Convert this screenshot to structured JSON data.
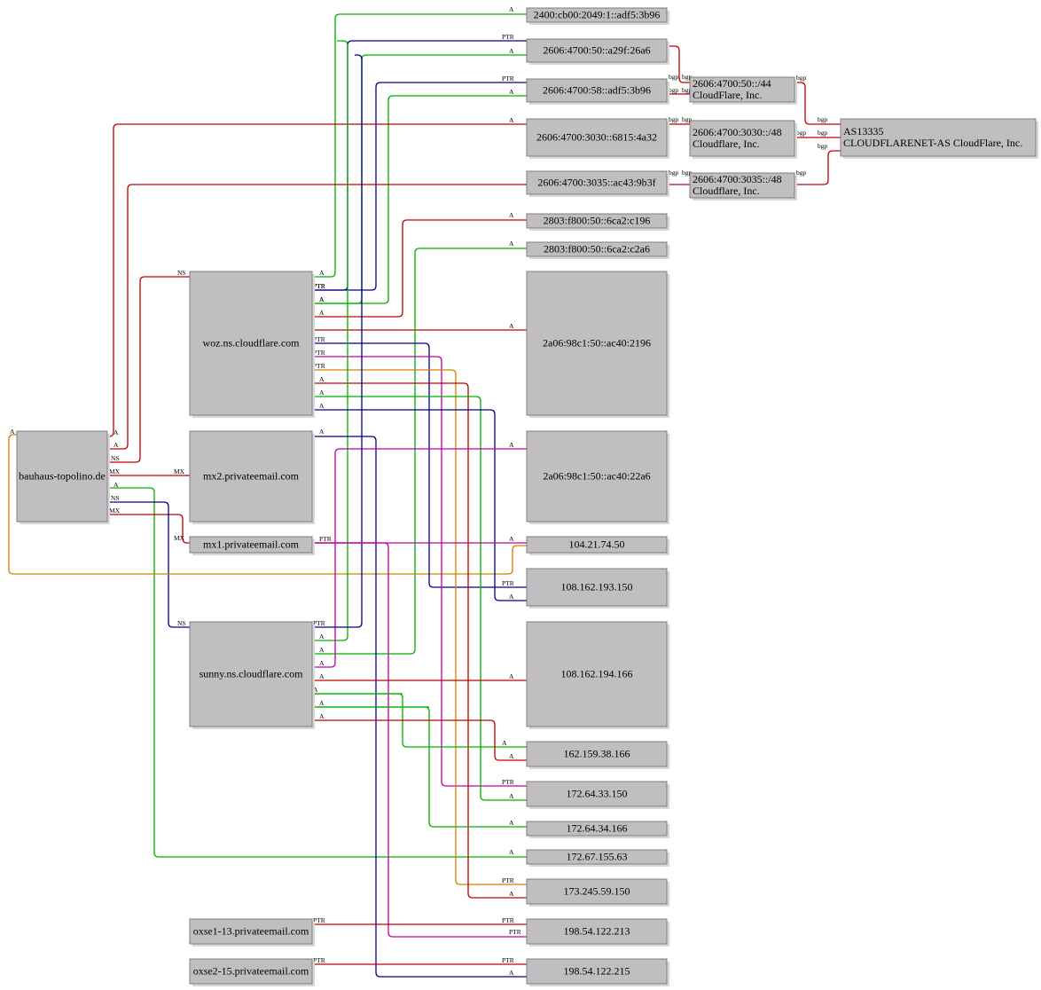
{
  "colors": {
    "red": "#c00000",
    "green": "#00b000",
    "blue": "#00008b",
    "magenta": "#c000a0",
    "orange": "#d08000",
    "box_fill": "#c0bec0"
  },
  "nodes": [
    {
      "id": "n-2400",
      "lines": [
        "2400:cb00:2049:1::adf5:3b96"
      ]
    },
    {
      "id": "n-2606-a29f",
      "lines": [
        "2606:4700:50::a29f:26a6"
      ]
    },
    {
      "id": "n-2606-58",
      "lines": [
        "2606:4700:58::adf5:3b96"
      ]
    },
    {
      "id": "n-2606-3030h",
      "lines": [
        "2606:4700:3030::6815:4a32"
      ]
    },
    {
      "id": "n-2606-3035h",
      "lines": [
        "2606:4700:3035::ac43:9b3f"
      ]
    },
    {
      "id": "n-2803-c196",
      "lines": [
        "2803:f800:50::6ca2:c196"
      ]
    },
    {
      "id": "n-2803-c2a6",
      "lines": [
        "2803:f800:50::6ca2:c2a6"
      ]
    },
    {
      "id": "n-pfx-50",
      "lines": [
        "2606:4700:50::/44",
        "CloudFlare, Inc."
      ]
    },
    {
      "id": "n-pfx-3030",
      "lines": [
        "2606:4700:3030::/48",
        "Cloudflare, Inc."
      ]
    },
    {
      "id": "n-pfx-3035",
      "lines": [
        "2606:4700:3035::/48",
        "Cloudflare, Inc."
      ]
    },
    {
      "id": "n-as",
      "lines": [
        "AS13335",
        "CLOUDFLARENET-AS CloudFlare, Inc."
      ]
    },
    {
      "id": "n-woz",
      "lines": [
        "woz.ns.cloudflare.com"
      ]
    },
    {
      "id": "n-2a06-2196",
      "lines": [
        "2a06:98c1:50::ac40:2196"
      ]
    },
    {
      "id": "n-bauhaus",
      "lines": [
        "bauhaus-topolino.de"
      ]
    },
    {
      "id": "n-mx2",
      "lines": [
        "mx2.privateemail.com"
      ]
    },
    {
      "id": "n-2a06-22a6",
      "lines": [
        "2a06:98c1:50::ac40:22a6"
      ]
    },
    {
      "id": "n-mx1",
      "lines": [
        "mx1.privateemail.com"
      ]
    },
    {
      "id": "n-104",
      "lines": [
        "104.21.74.50"
      ]
    },
    {
      "id": "n-108-150",
      "lines": [
        "108.162.193.150"
      ]
    },
    {
      "id": "n-sunny",
      "lines": [
        "sunny.ns.cloudflare.com"
      ]
    },
    {
      "id": "n-108-166",
      "lines": [
        "108.162.194.166"
      ]
    },
    {
      "id": "n-162",
      "lines": [
        "162.159.38.166"
      ]
    },
    {
      "id": "n-172-33",
      "lines": [
        "172.64.33.150"
      ]
    },
    {
      "id": "n-172-34",
      "lines": [
        "172.64.34.166"
      ]
    },
    {
      "id": "n-172-67",
      "lines": [
        "172.67.155.63"
      ]
    },
    {
      "id": "n-173",
      "lines": [
        "173.245.59.150"
      ]
    },
    {
      "id": "n-oxse1",
      "lines": [
        "oxse1-13.privateemail.com"
      ]
    },
    {
      "id": "n-198-213",
      "lines": [
        "198.54.122.213"
      ]
    },
    {
      "id": "n-oxse2",
      "lines": [
        "oxse2-15.privateemail.com"
      ]
    },
    {
      "id": "n-198-215",
      "lines": [
        "198.54.122.215"
      ]
    }
  ],
  "edges": [
    {
      "id": "e01",
      "color": "green",
      "labels": [
        "A",
        "A"
      ]
    },
    {
      "id": "e02",
      "color": "blue",
      "labels": [
        "PTR",
        "PTR"
      ]
    },
    {
      "id": "e03",
      "color": "green",
      "labels": [
        "A",
        "A"
      ]
    },
    {
      "id": "e04",
      "color": "blue",
      "labels": [
        "PTR",
        "PTR"
      ]
    },
    {
      "id": "e05",
      "color": "green",
      "labels": [
        "A",
        "A"
      ]
    },
    {
      "id": "e06",
      "color": "red",
      "labels": [
        "A",
        "A"
      ]
    },
    {
      "id": "e07",
      "color": "red",
      "labels": [
        "A"
      ]
    },
    {
      "id": "e08",
      "color": "green",
      "labels": [
        "A",
        "A"
      ]
    },
    {
      "id": "e09",
      "color": "red",
      "labels": [
        "A",
        "A"
      ]
    },
    {
      "id": "e10",
      "color": "red",
      "labels": [
        "A"
      ]
    },
    {
      "id": "e11",
      "color": "red",
      "labels": [
        "NS",
        "NS"
      ]
    },
    {
      "id": "e12",
      "color": "red",
      "labels": [
        "MX",
        "MX"
      ]
    },
    {
      "id": "e13",
      "color": "red",
      "labels": [
        "MX",
        "MX"
      ]
    },
    {
      "id": "e14",
      "color": "blue",
      "labels": [
        "NS",
        "NS"
      ]
    },
    {
      "id": "e15",
      "color": "green",
      "labels": [
        "A",
        "A"
      ]
    },
    {
      "id": "e16",
      "color": "orange",
      "labels": [
        "A",
        "A"
      ]
    },
    {
      "id": "e17",
      "color": "blue",
      "labels": [
        "PTR",
        "PTR"
      ]
    },
    {
      "id": "e18",
      "color": "magenta",
      "labels": [
        "PTR",
        "PTR"
      ]
    },
    {
      "id": "e19",
      "color": "orange",
      "labels": [
        "PTR",
        "PTR"
      ]
    },
    {
      "id": "e20",
      "color": "red",
      "labels": [
        "A",
        "A"
      ]
    },
    {
      "id": "e21",
      "color": "green",
      "labels": [
        "A",
        "A"
      ]
    },
    {
      "id": "e22",
      "color": "green",
      "labels": [
        "A",
        "A"
      ]
    },
    {
      "id": "e23",
      "color": "blue",
      "labels": [
        "A",
        "A"
      ]
    },
    {
      "id": "e24",
      "color": "blue",
      "labels": [
        "A",
        "A"
      ]
    },
    {
      "id": "e25",
      "color": "magenta",
      "labels": [
        "A",
        "A"
      ]
    },
    {
      "id": "e26",
      "color": "blue",
      "labels": [
        "PTR",
        "PTR"
      ]
    },
    {
      "id": "e27",
      "color": "magenta",
      "labels": [
        "PTR",
        "PTR"
      ]
    },
    {
      "id": "e28",
      "color": "green",
      "labels": [
        "A",
        "A"
      ]
    },
    {
      "id": "e29",
      "color": "green",
      "labels": [
        "A",
        "A"
      ]
    },
    {
      "id": "e30",
      "color": "magenta",
      "labels": [
        "A",
        "A"
      ]
    },
    {
      "id": "e31",
      "color": "red",
      "labels": [
        "A",
        "A"
      ]
    },
    {
      "id": "e32",
      "color": "green",
      "labels": [
        "PTR",
        "PTR"
      ]
    },
    {
      "id": "e33",
      "color": "green",
      "labels": [
        "A",
        "A"
      ]
    },
    {
      "id": "e34",
      "color": "red",
      "labels": [
        "A",
        "A"
      ]
    },
    {
      "id": "e35",
      "color": "magenta",
      "labels": [
        "A"
      ]
    },
    {
      "id": "e36",
      "color": "red",
      "labels": [
        "PTR",
        "PTR"
      ]
    },
    {
      "id": "e37",
      "color": "red",
      "labels": [
        "PTR",
        "PTR"
      ]
    },
    {
      "id": "e38",
      "color": "red",
      "labels": [
        "bgp",
        "bgp"
      ]
    },
    {
      "id": "e39",
      "color": "red",
      "labels": [
        "bgp",
        "bgp"
      ]
    },
    {
      "id": "e40",
      "color": "red",
      "labels": [
        "bgp",
        "bgp"
      ]
    },
    {
      "id": "e41",
      "color": "red",
      "labels": [
        "bgp",
        "bgp"
      ]
    },
    {
      "id": "e42",
      "color": "red",
      "labels": [
        "bgp",
        "bgp"
      ]
    },
    {
      "id": "e43",
      "color": "red",
      "labels": [
        "bgp",
        "bgp"
      ]
    },
    {
      "id": "e44",
      "color": "red",
      "labels": [
        "bgp",
        "bgp"
      ]
    }
  ]
}
